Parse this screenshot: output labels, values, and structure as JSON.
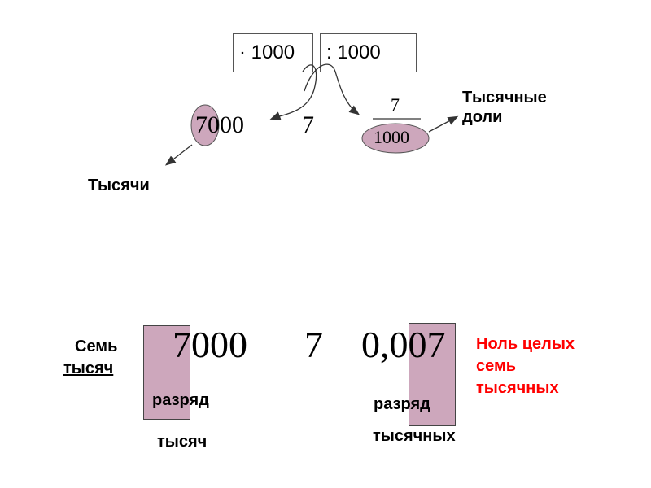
{
  "top": {
    "multiply_box": "· 1000",
    "divide_box": ": 1000",
    "thousand": "7000",
    "center": "7",
    "fraction_num": "7",
    "fraction_den": "1000",
    "label_thousandths": "Тысячные\nдоли",
    "label_thousands": "Тысячи"
  },
  "bottom": {
    "thousand": "7000",
    "center": "7",
    "decimal": "0,007",
    "left_label_line1": "Семь",
    "left_label_line2": "тысяч",
    "digit_label_left_1": "разряд",
    "digit_label_left_2": "тысяч",
    "digit_label_right_1": "разряд",
    "digit_label_right_2": "тысячных",
    "right_label": "Ноль целых\nсемь\nтысячных"
  },
  "colors": {
    "highlight": "#cda7bc",
    "red_text": "#ff0000",
    "text": "#000000"
  }
}
